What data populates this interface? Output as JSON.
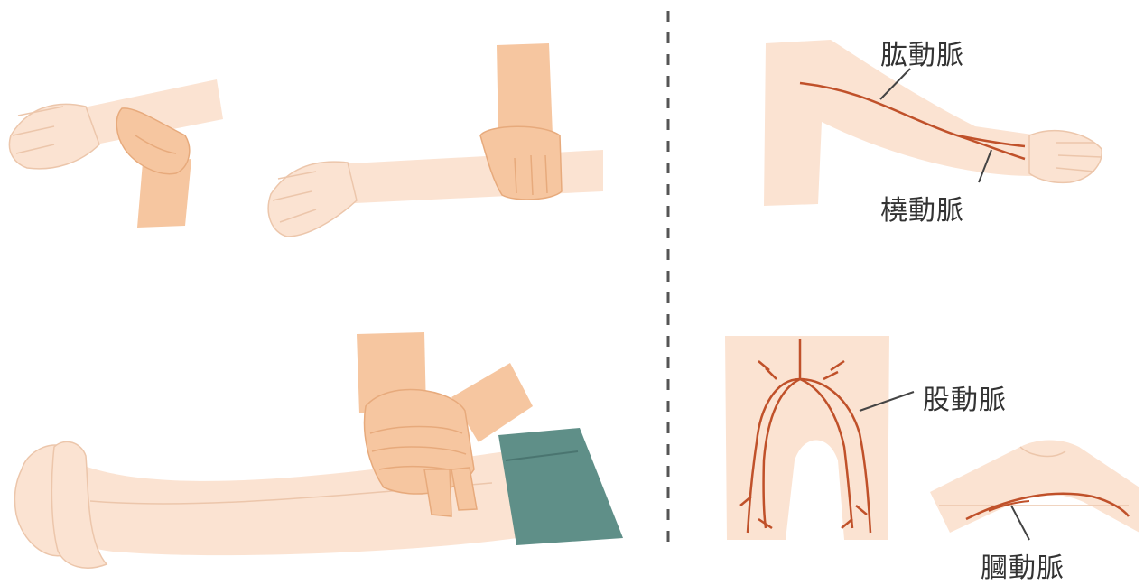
{
  "labels": {
    "brachial": "肱動脈",
    "radial": "橈動脈",
    "femoral": "股動脈",
    "popliteal": "膕動脈"
  },
  "colors": {
    "skin_light": "#fbe3d2",
    "skin_hand": "#f6c6a0",
    "skin_hand_shade": "#e7aa7c",
    "outline": "#e4b89a",
    "artery": "#c0512a",
    "shorts": "#5f8f88",
    "divider": "#555555",
    "text": "#333333"
  }
}
